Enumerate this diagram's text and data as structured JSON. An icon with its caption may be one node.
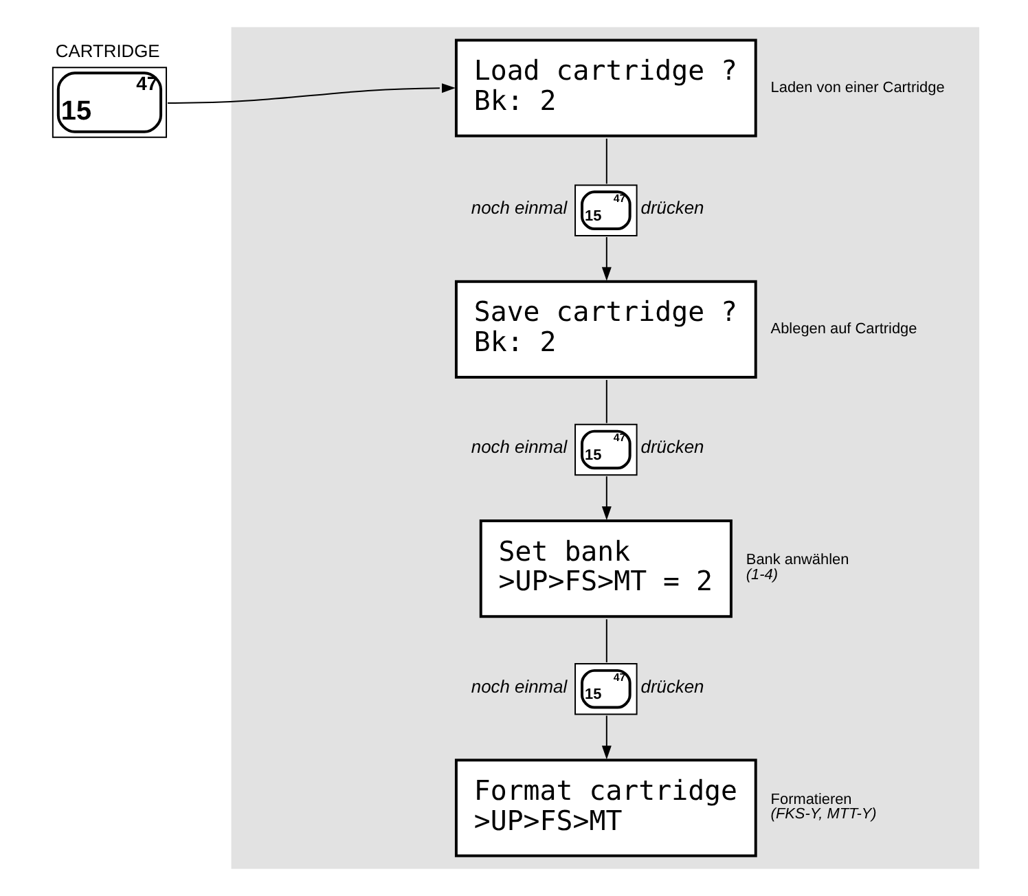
{
  "diagram": {
    "nodes": [
      {
        "text": [
          "CARTRIDGE",
          "47",
          "15"
        ]
      },
      {
        "text": [],
        "shape": "band"
      },
      {
        "text": [
          "Load cartridge ?",
          "Bk: 2"
        ],
        "in": 1,
        "beside": [
          "Laden von einer Cartridge"
        ]
      },
      {
        "text": [
          "47",
          "15"
        ],
        "in": 1,
        "beside": [
          "noch einmal",
          "drücken"
        ]
      },
      {
        "text": [
          "Save cartridge ?",
          "Bk: 2"
        ],
        "in": 1,
        "beside": [
          "Ablegen auf Cartridge"
        ]
      },
      {
        "text": [
          "47",
          "15"
        ],
        "in": 1,
        "beside": [
          "noch einmal",
          "drücken"
        ]
      },
      {
        "text": [
          "Set bank",
          ">UP>FS>MT = 2"
        ],
        "in": 1,
        "beside": [
          "Bank anwählen",
          "(1-4)"
        ]
      },
      {
        "text": [
          "47",
          "15"
        ],
        "in": 1,
        "beside": [
          "noch einmal",
          "drücken"
        ]
      },
      {
        "text": [
          "Format cartridge",
          ">UP>FS>MT"
        ],
        "in": 1,
        "beside": [
          "Formatieren",
          "(FKS-Y, MTT-Y)"
        ]
      }
    ],
    "edges": [
      {
        "from": 0,
        "to": 2,
        "arrow": "to"
      },
      {
        "from": 2,
        "to": 3,
        "arrow": "none"
      },
      {
        "from": 3,
        "to": 4,
        "arrow": "to"
      },
      {
        "from": 4,
        "to": 5,
        "arrow": "none"
      },
      {
        "from": 5,
        "to": 6,
        "arrow": "to"
      },
      {
        "from": 6,
        "to": 7,
        "arrow": "none"
      },
      {
        "from": 7,
        "to": 8,
        "arrow": "to"
      }
    ]
  }
}
